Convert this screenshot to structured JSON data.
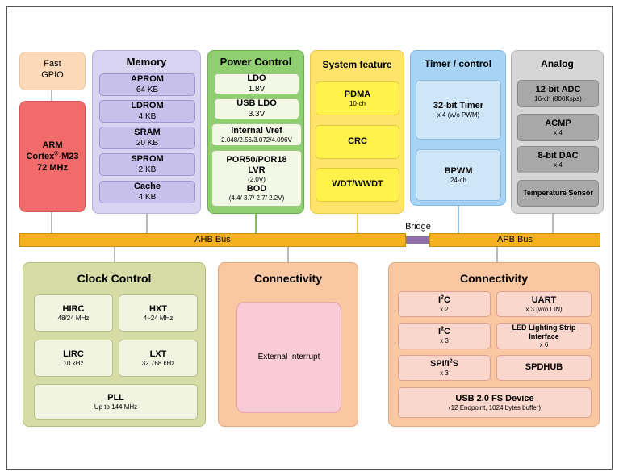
{
  "fast_gpio": {
    "line1": "Fast",
    "line2": "GPIO"
  },
  "cpu": {
    "line1": "ARM",
    "line2a": "Cortex",
    "line2sup": "®",
    "line2b": "-M23",
    "line3": "72 MHz"
  },
  "memory": {
    "title": "Memory",
    "items": [
      {
        "name": "APROM",
        "value": "64 KB"
      },
      {
        "name": "LDROM",
        "value": "4 KB"
      },
      {
        "name": "SRAM",
        "value": "20 KB"
      },
      {
        "name": "SPROM",
        "value": "2 KB"
      },
      {
        "name": "Cache",
        "value": "4 KB"
      }
    ]
  },
  "power": {
    "title": "Power Control",
    "ldo": {
      "name": "LDO",
      "value": "1.8V"
    },
    "usbldo": {
      "name": "USB LDO",
      "value": "3.3V"
    },
    "vref": {
      "name": "Internal Vref",
      "value": "2.048/2.56/3.072/4.096V"
    },
    "por": {
      "l1": "POR50/POR18",
      "l2": "LVR",
      "l3": "(2.0V)",
      "l4": "BOD",
      "l5": "(4.4/ 3.7/ 2.7/ 2.2V)"
    }
  },
  "system": {
    "title": "System feature",
    "pdma": {
      "name": "PDMA",
      "value": "10-ch"
    },
    "crc": "CRC",
    "wdt": "WDT/WWDT"
  },
  "timer": {
    "title": "Timer / control",
    "t32": {
      "name": "32-bit Timer",
      "value": "x 4 (w/o PWM)"
    },
    "bpwm": {
      "name": "BPWM",
      "value": "24-ch"
    }
  },
  "analog": {
    "title": "Analog",
    "adc": {
      "name": "12-bit ADC",
      "value": "16-ch (800Ksps)"
    },
    "acmp": {
      "name": "ACMP",
      "value": "x 4"
    },
    "dac": {
      "name": "8-bit DAC",
      "value": "x 4"
    },
    "temp": "Temperature Sensor"
  },
  "bus": {
    "ahb": "AHB Bus",
    "apb": "APB Bus",
    "bridge": "Bridge"
  },
  "clock": {
    "title": "Clock Control",
    "hirc": {
      "name": "HIRC",
      "value": "48/24 MHz"
    },
    "hxt": {
      "name": "HXT",
      "value": "4~24 MHz"
    },
    "lirc": {
      "name": "LIRC",
      "value": "10 kHz"
    },
    "lxt": {
      "name": "LXT",
      "value": "32.768 kHz"
    },
    "pll": {
      "name": "PLL",
      "value": "Up to 144 MHz"
    }
  },
  "conn1": {
    "title": "Connectivity",
    "ext": "External  Interrupt"
  },
  "conn2": {
    "title": "Connectivity",
    "i2c1": {
      "name_a": "I",
      "sup": "2",
      "name_b": "C",
      "value": "x 2"
    },
    "uart": {
      "name": "UART",
      "value": "x 3 (w/o LIN)"
    },
    "i2c2": {
      "name_a": "I",
      "sup": "2",
      "name_b": "C",
      "value": "x 3"
    },
    "led": {
      "l1": "LED Lighting Strip",
      "l2": "Interface",
      "value": "x 6"
    },
    "spi": {
      "name_a": "SPI/I",
      "sup": "2",
      "name_b": "S",
      "value": "x 3"
    },
    "spdhub": "SPDHUB",
    "usb": {
      "name": "USB 2.0 FS Device",
      "value": "(12 Endpoint, 1024 bytes buffer)"
    }
  },
  "colors": {
    "gpio": "#fbd9b9",
    "cpu": "#f26b6b",
    "memory": "#d7d3f0",
    "power": "#8fcf72",
    "system": "#ffe36b",
    "timer": "#a7d3f5",
    "analog": "#c8c8c8",
    "bus": "#f4b21f",
    "clock": "#d5dca5",
    "conn": "#f9c8a3"
  }
}
